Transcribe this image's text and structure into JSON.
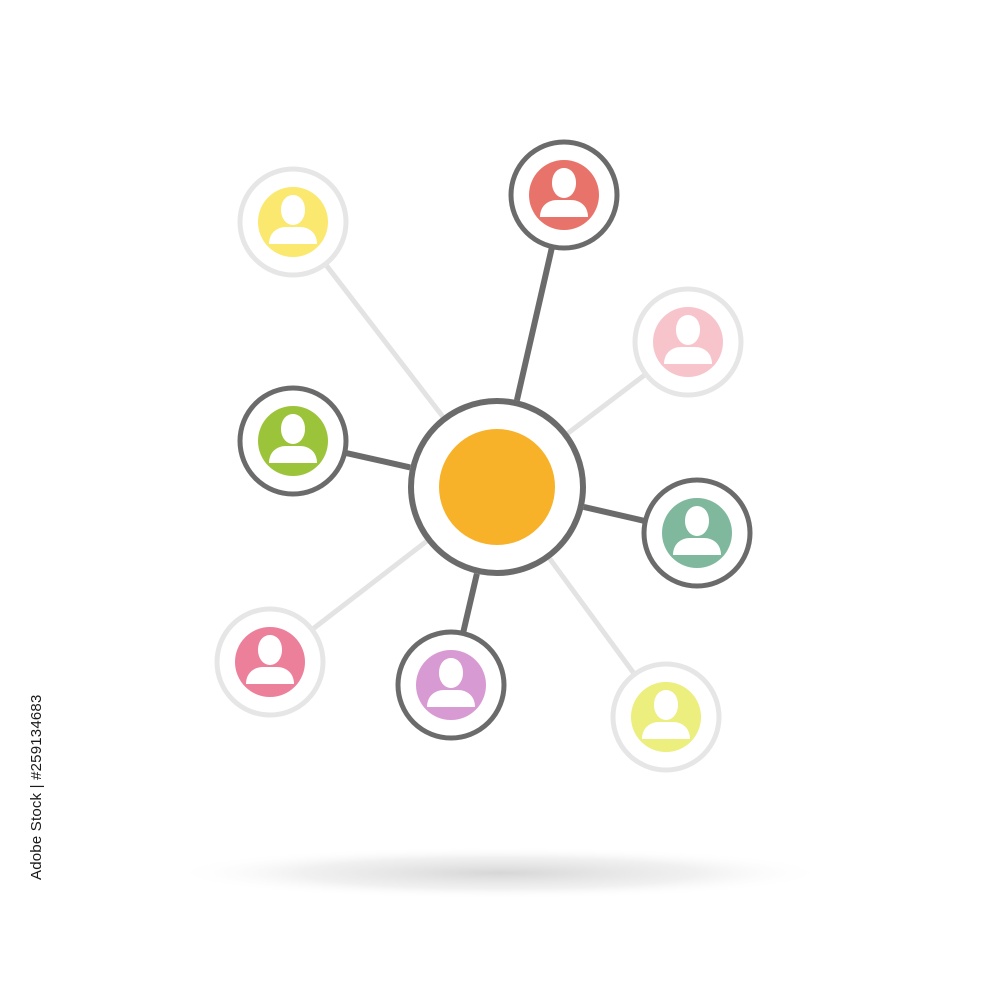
{
  "stock_id": "Adobe Stock | #259134683",
  "colors": {
    "hub_fill": "#f7b22a",
    "dark_ring": "#6b6b6b",
    "light_ring": "#e6e6e6",
    "background": "#ffffff"
  },
  "nodes": [
    {
      "name": "user-node-yellow",
      "color": "#fbe86e",
      "emphasis": "light"
    },
    {
      "name": "user-node-red",
      "color": "#e8736b",
      "emphasis": "dark"
    },
    {
      "name": "user-node-pink",
      "color": "#f7c4cb",
      "emphasis": "light"
    },
    {
      "name": "user-node-green",
      "color": "#9cc43a",
      "emphasis": "dark"
    },
    {
      "name": "user-node-teal",
      "color": "#7fb89d",
      "emphasis": "dark"
    },
    {
      "name": "user-node-rose",
      "color": "#ec7f9a",
      "emphasis": "light"
    },
    {
      "name": "user-node-purple",
      "color": "#d89ad2",
      "emphasis": "dark"
    },
    {
      "name": "user-node-lime",
      "color": "#ecee7d",
      "emphasis": "light"
    }
  ]
}
